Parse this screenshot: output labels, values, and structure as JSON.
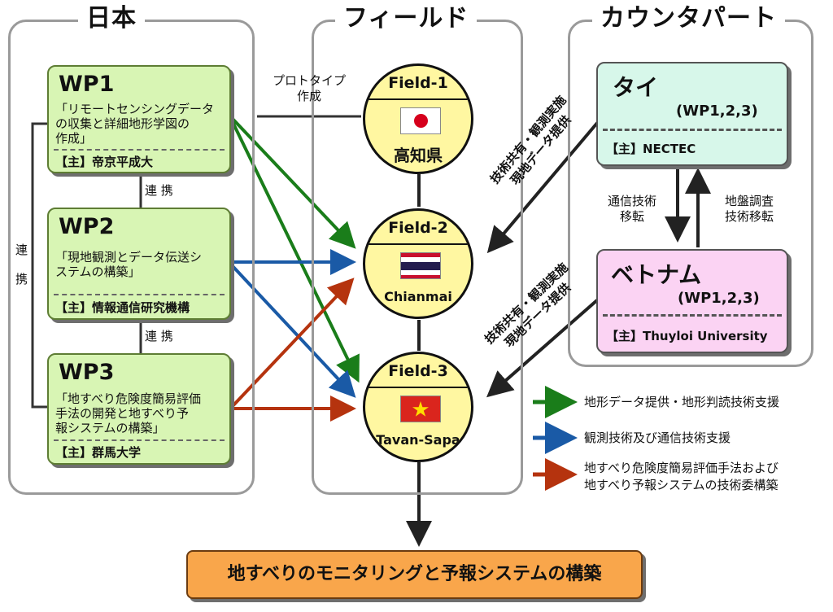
{
  "panels": {
    "japan": "日本",
    "field": "フィールド",
    "counterpart": "カウンタパート"
  },
  "wps": [
    {
      "title": "WP1",
      "desc_lines": [
        "「リモートセンシングデータ",
        "の収集と詳細地形学図の",
        "作成」"
      ],
      "lead": "【主】帝京平成大"
    },
    {
      "title": "WP2",
      "desc_lines": [
        "「現地観測とデータ伝送シ",
        "ステムの構築」"
      ],
      "lead": "【主】情報通信研究機構"
    },
    {
      "title": "WP3",
      "desc_lines": [
        "「地すべり危険度簡易評価",
        "手法の開発と地すべり予",
        "報システムの構築」"
      ],
      "lead": "【主】群馬大学"
    }
  ],
  "links": {
    "renkei_h1": "連 携",
    "renkei_h2": "連 携",
    "renkei_v_1": "連",
    "renkei_v_2": "携"
  },
  "prototype_label": [
    "プロトタイプ",
    "作成"
  ],
  "fields": [
    {
      "title": "Field-1",
      "location": "高知県",
      "flag": "japan-flag"
    },
    {
      "title": "Field-2",
      "location": "Chianmai",
      "flag": "thailand-flag"
    },
    {
      "title": "Field-3",
      "location": "Tavan-Sapa",
      "flag": "vietnam-flag"
    }
  ],
  "counterparts": [
    {
      "name": "タイ",
      "wp": "(WP1,2,3)",
      "lead": "【主】NECTEC"
    },
    {
      "name": "ベトナム",
      "wp": "(WP1,2,3)",
      "lead": "【主】Thuyloi University"
    }
  ],
  "between_cp": {
    "down": [
      "通信技術",
      "移転"
    ],
    "up": [
      "地盤調査",
      "技術移転"
    ]
  },
  "diag_labels": {
    "thai": [
      "技術共有・観測実施",
      "現地データ提供"
    ],
    "vietnam": [
      "技術共有・観測実施",
      "現地データ提供"
    ]
  },
  "legend": [
    {
      "color": "#1a7d1a",
      "lines": [
        "地形データ提供・地形判読技術支援"
      ]
    },
    {
      "color": "#1a5aa6",
      "lines": [
        "観測技術及び通信技術支援"
      ]
    },
    {
      "color": "#b5330e",
      "lines": [
        "地すべり危険度簡易評価手法および",
        "地すべり予報システムの技術委構築"
      ]
    }
  ],
  "outcome": "地すべりのモニタリングと予報システムの構築",
  "colors": {
    "green": "#1a7d1a",
    "blue": "#1a5aa6",
    "red": "#b5330e",
    "black": "#222222"
  }
}
